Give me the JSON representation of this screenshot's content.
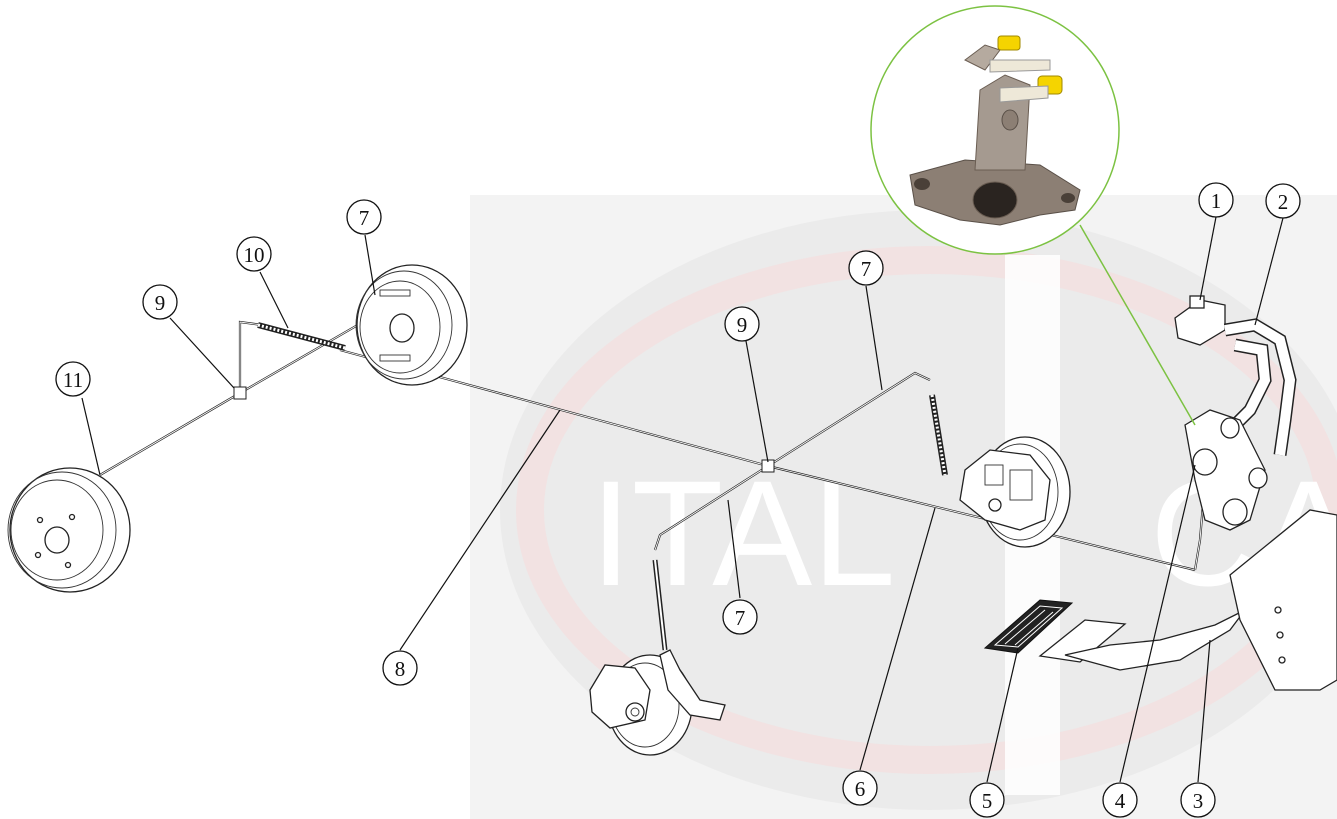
{
  "watermark": {
    "text": "ITAL",
    "text_right": "CA"
  },
  "callouts": [
    {
      "id": "1",
      "label": "1"
    },
    {
      "id": "2",
      "label": "2"
    },
    {
      "id": "3",
      "label": "3"
    },
    {
      "id": "4",
      "label": "4"
    },
    {
      "id": "5",
      "label": "5"
    },
    {
      "id": "6",
      "label": "6"
    },
    {
      "id": "7a",
      "label": "7"
    },
    {
      "id": "7b",
      "label": "7"
    },
    {
      "id": "7c",
      "label": "7"
    },
    {
      "id": "8",
      "label": "8"
    },
    {
      "id": "9a",
      "label": "9"
    },
    {
      "id": "9b",
      "label": "9"
    },
    {
      "id": "10",
      "label": "10"
    },
    {
      "id": "11",
      "label": "11"
    }
  ],
  "colors": {
    "detail_ring": "#7cc242",
    "watermark_bg": "#ececec",
    "watermark_red": "#f4dada",
    "master_cylinder_cap": "#f5d400"
  }
}
